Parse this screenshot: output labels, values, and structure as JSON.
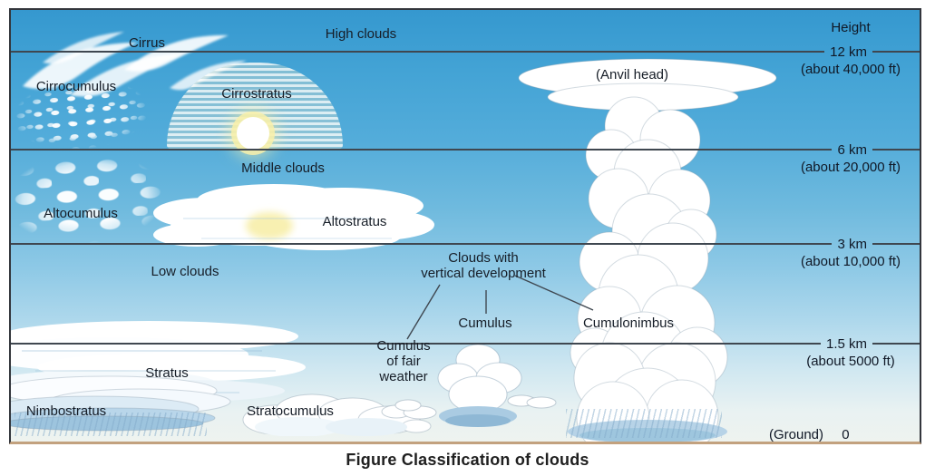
{
  "figure": {
    "caption": "Figure Classification of clouds"
  },
  "height_axis": {
    "title": "Height",
    "levels": [
      {
        "km": "12 km",
        "ft": "(about 40,000 ft)"
      },
      {
        "km": "6 km",
        "ft": "(about 20,000 ft)"
      },
      {
        "km": "3 km",
        "ft": "(about 10,000 ft)"
      },
      {
        "km": "1.5 km",
        "ft": "(about 5000 ft)"
      }
    ],
    "ground_label": "(Ground)",
    "ground_value": "0"
  },
  "groups": {
    "high": "High clouds",
    "middle": "Middle clouds",
    "low": "Low clouds",
    "vertical_line1": "Clouds with",
    "vertical_line2": "vertical development"
  },
  "clouds": {
    "cirrus": "Cirrus",
    "cirrocumulus": "Cirrocumulus",
    "cirrostratus": "Cirrostratus",
    "altocumulus": "Altocumulus",
    "altostratus": "Altostratus",
    "stratus": "Stratus",
    "nimbostratus": "Nimbostratus",
    "stratocumulus": "Stratocumulus",
    "cumulus": "Cumulus",
    "cumulonimbus": "Cumulonimbus",
    "anvil_head": "(Anvil head)",
    "fair_line1": "Cumulus",
    "fair_line2": "of fair",
    "fair_line3": "weather"
  },
  "colors": {
    "sky_top": "#3598cf",
    "sky_bottom": "#eef3ef",
    "frame_border": "#33363c",
    "ground_border": "#c2a17e",
    "label_text": "#161d27"
  }
}
